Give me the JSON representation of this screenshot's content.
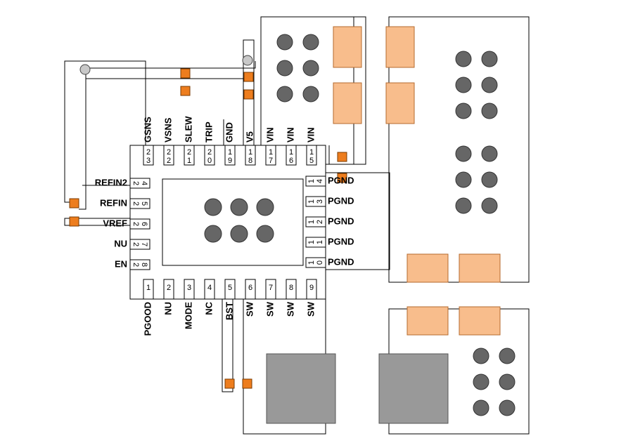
{
  "colors": {
    "line": "#000000",
    "pad": "#ed7d1e",
    "pad_stroke": "#7a3a00",
    "component": "#f8bd8c",
    "component_stroke": "#b46a2e",
    "via": "#666666",
    "via_stroke": "#333333",
    "inductor": "#999999",
    "test_point": "#c8c8c8"
  },
  "top_pins": [
    {
      "label": "GSNS",
      "number": "23"
    },
    {
      "label": "VSNS",
      "number": "22"
    },
    {
      "label": "SLEW",
      "number": "21"
    },
    {
      "label": "TRIP",
      "number": "20"
    },
    {
      "label": "GND",
      "number": "19"
    },
    {
      "label": "V5",
      "number": "18"
    },
    {
      "label": "VIN",
      "number": "17"
    },
    {
      "label": "VIN",
      "number": "16"
    },
    {
      "label": "VIN",
      "number": "15"
    }
  ],
  "bottom_pins": [
    {
      "label": "PGOOD",
      "number": "1"
    },
    {
      "label": "NU",
      "number": "2"
    },
    {
      "label": "MODE",
      "number": "3"
    },
    {
      "label": "NC",
      "number": "4"
    },
    {
      "label": "BST",
      "number": "5"
    },
    {
      "label": "SW",
      "number": "6"
    },
    {
      "label": "SW",
      "number": "7"
    },
    {
      "label": "SW",
      "number": "8"
    },
    {
      "label": "SW",
      "number": "9"
    }
  ],
  "left_pins": [
    {
      "label": "REFIN2",
      "number": "24"
    },
    {
      "label": "REFIN",
      "number": "25"
    },
    {
      "label": "VREF",
      "number": "26"
    },
    {
      "label": "NU",
      "number": "27"
    },
    {
      "label": "EN",
      "number": "28"
    }
  ],
  "right_pins": [
    {
      "label": "PGND",
      "number": "14"
    },
    {
      "label": "PGND",
      "number": "13"
    },
    {
      "label": "PGND",
      "number": "12"
    },
    {
      "label": "PGND",
      "number": "11"
    },
    {
      "label": "PGND",
      "number": "10"
    }
  ]
}
